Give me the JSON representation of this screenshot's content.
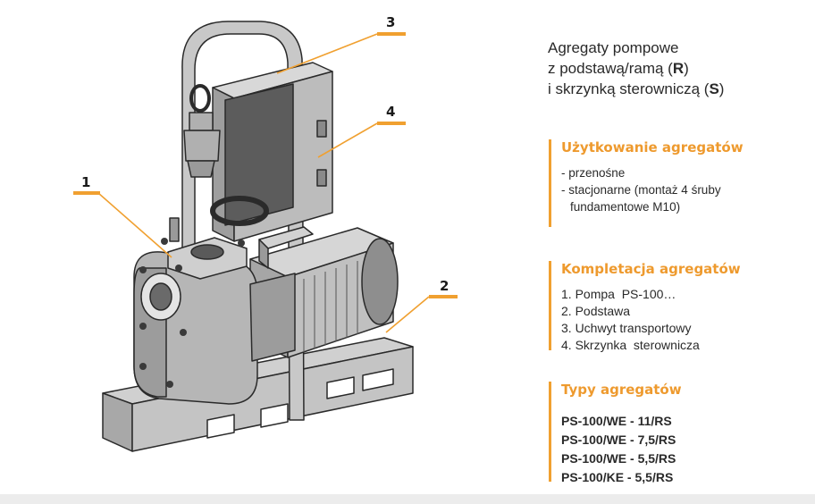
{
  "heading": {
    "line1": "Agregaty pompowe",
    "line2_prefix": "z podstawą/ramą (",
    "line2_bold": "R",
    "line2_suffix": ")",
    "line3_prefix": "i skrzynką sterowniczą (",
    "line3_bold": "S",
    "line3_suffix": ")"
  },
  "callouts": [
    "1",
    "2",
    "3",
    "4"
  ],
  "usage": {
    "title": "Użytkowanie agregatów",
    "items": [
      "- przenośne",
      "- stacjonarne (montaż 4 śruby",
      "fundamentowe M10)"
    ]
  },
  "kit": {
    "title": "Kompletacja agregatów",
    "items": [
      "1. Pompa  PS-100…",
      "2. Podstawa",
      "3. Uchwyt transportowy",
      "4. Skrzynka  sterownicza"
    ]
  },
  "types": {
    "title": "Typy agregatów",
    "items": [
      "PS-100/WE - 11/RS",
      "PS-100/WE - 7,5/RS",
      "PS-100/WE - 5,5/RS",
      "PS-100/KE - 5,5/RS"
    ]
  },
  "colors": {
    "accent": "#f0a030",
    "accent_text": "#ee9a2e",
    "drawing_fill": "#bdbdbd",
    "drawing_stroke": "#2a2a2a"
  }
}
